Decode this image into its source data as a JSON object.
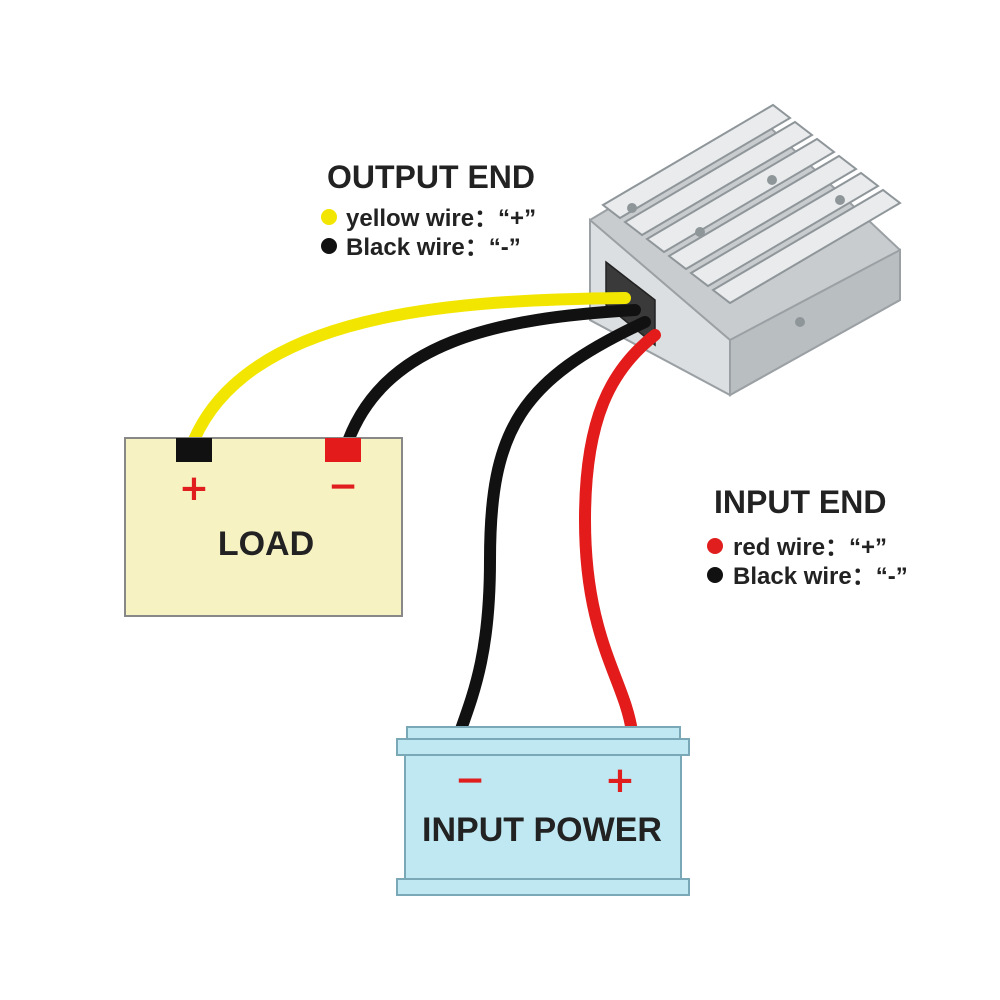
{
  "output_end": {
    "title": "OUTPUT END",
    "items": [
      {
        "dot_color": "#f2e600",
        "text": "yellow wire：“+”"
      },
      {
        "dot_color": "#111111",
        "text": "Black wire：“-”"
      }
    ]
  },
  "input_end": {
    "title": "INPUT END",
    "items": [
      {
        "dot_color": "#e01e1e",
        "text": "red wire：“+”"
      },
      {
        "dot_color": "#111111",
        "text": "Black wire：“-”"
      }
    ]
  },
  "load": {
    "label": "LOAD",
    "plus": "+",
    "minus": "−",
    "fill": "#f7f2c2"
  },
  "input_power": {
    "label": "INPUT POWER",
    "plus": "+",
    "minus": "−",
    "fill": "#bfe8f3"
  },
  "colors": {
    "yellow_wire": "#f2e600",
    "black_wire": "#111111",
    "red_wire": "#e31b1b",
    "sign_red": "#e01e1e"
  },
  "device": {
    "icon": "dc-converter-icon"
  }
}
